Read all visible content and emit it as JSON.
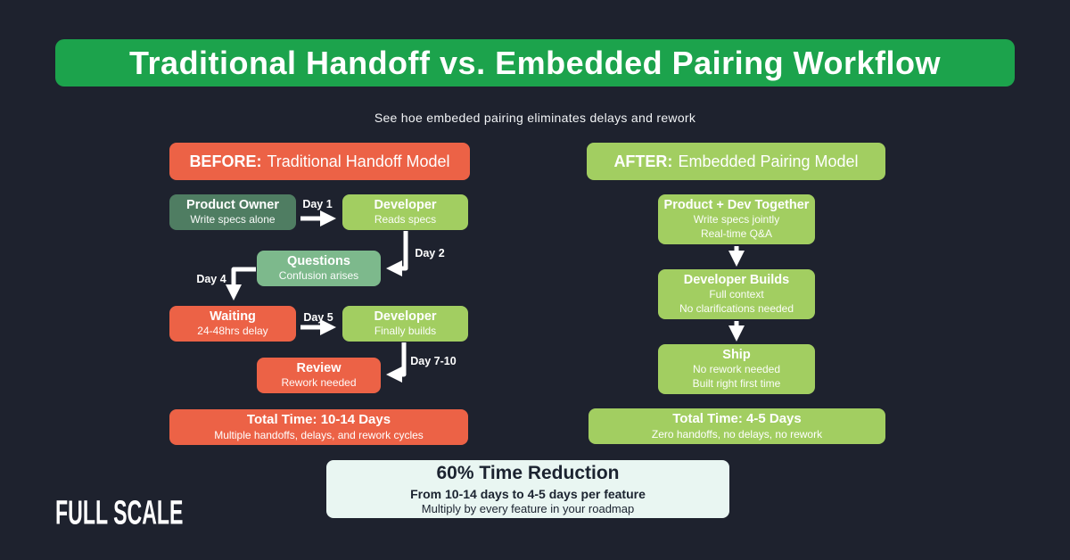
{
  "palette": {
    "background": "#1e222e",
    "banner_green": "#1ca34c",
    "orange": "#ec6246",
    "light_green": "#a2ce61",
    "dark_green": "#4f7d62",
    "mid_green": "#7db98c",
    "mint": "#e9f6f2",
    "text_on_boxes": "#ffffff",
    "text_dark": "#1b2330"
  },
  "header": {
    "title": "Traditional Handoff vs. Embedded Pairing Workflow",
    "subtitle": "See hoe embeded pairing eliminates delays and rework"
  },
  "before": {
    "header_prefix": "BEFORE:",
    "header_rest": "Traditional Handoff Model",
    "nodes": [
      {
        "title": "Product Owner",
        "subtitle": "Write specs alone"
      },
      {
        "title": "Developer",
        "subtitle": "Reads specs"
      },
      {
        "title": "Questions",
        "subtitle": "Confusion arises"
      },
      {
        "title": "Waiting",
        "subtitle": "24-48hrs delay"
      },
      {
        "title": "Developer",
        "subtitle": "Finally builds"
      },
      {
        "title": "Review",
        "subtitle": "Rework needed"
      }
    ],
    "labels": {
      "day1": "Day 1",
      "day2": "Day 2",
      "day4": "Day 4",
      "day5": "Day 5",
      "day7_10": "Day 7-10"
    },
    "total": {
      "title": "Total Time: 10-14 Days",
      "subtitle": "Multiple handoffs, delays, and rework cycles"
    }
  },
  "after": {
    "header_prefix": "AFTER:",
    "header_rest": "Embedded Pairing Model",
    "nodes": [
      {
        "title": "Product + Dev Together",
        "subtitle": "Write specs jointly\nReal-time Q&A"
      },
      {
        "title": "Developer Builds",
        "subtitle": "Full context\nNo clarifications needed"
      },
      {
        "title": "Ship",
        "subtitle": "No rework needed\nBuilt right first time"
      }
    ],
    "total": {
      "title": "Total Time: 4-5 Days",
      "subtitle": "Zero handoffs, no delays, no rework"
    }
  },
  "summary": {
    "title": "60% Time Reduction",
    "line2": "From 10-14 days to 4-5 days per feature",
    "line3": "Multiply by every feature in your roadmap"
  },
  "logo": {
    "text": "FULL SCALE"
  }
}
